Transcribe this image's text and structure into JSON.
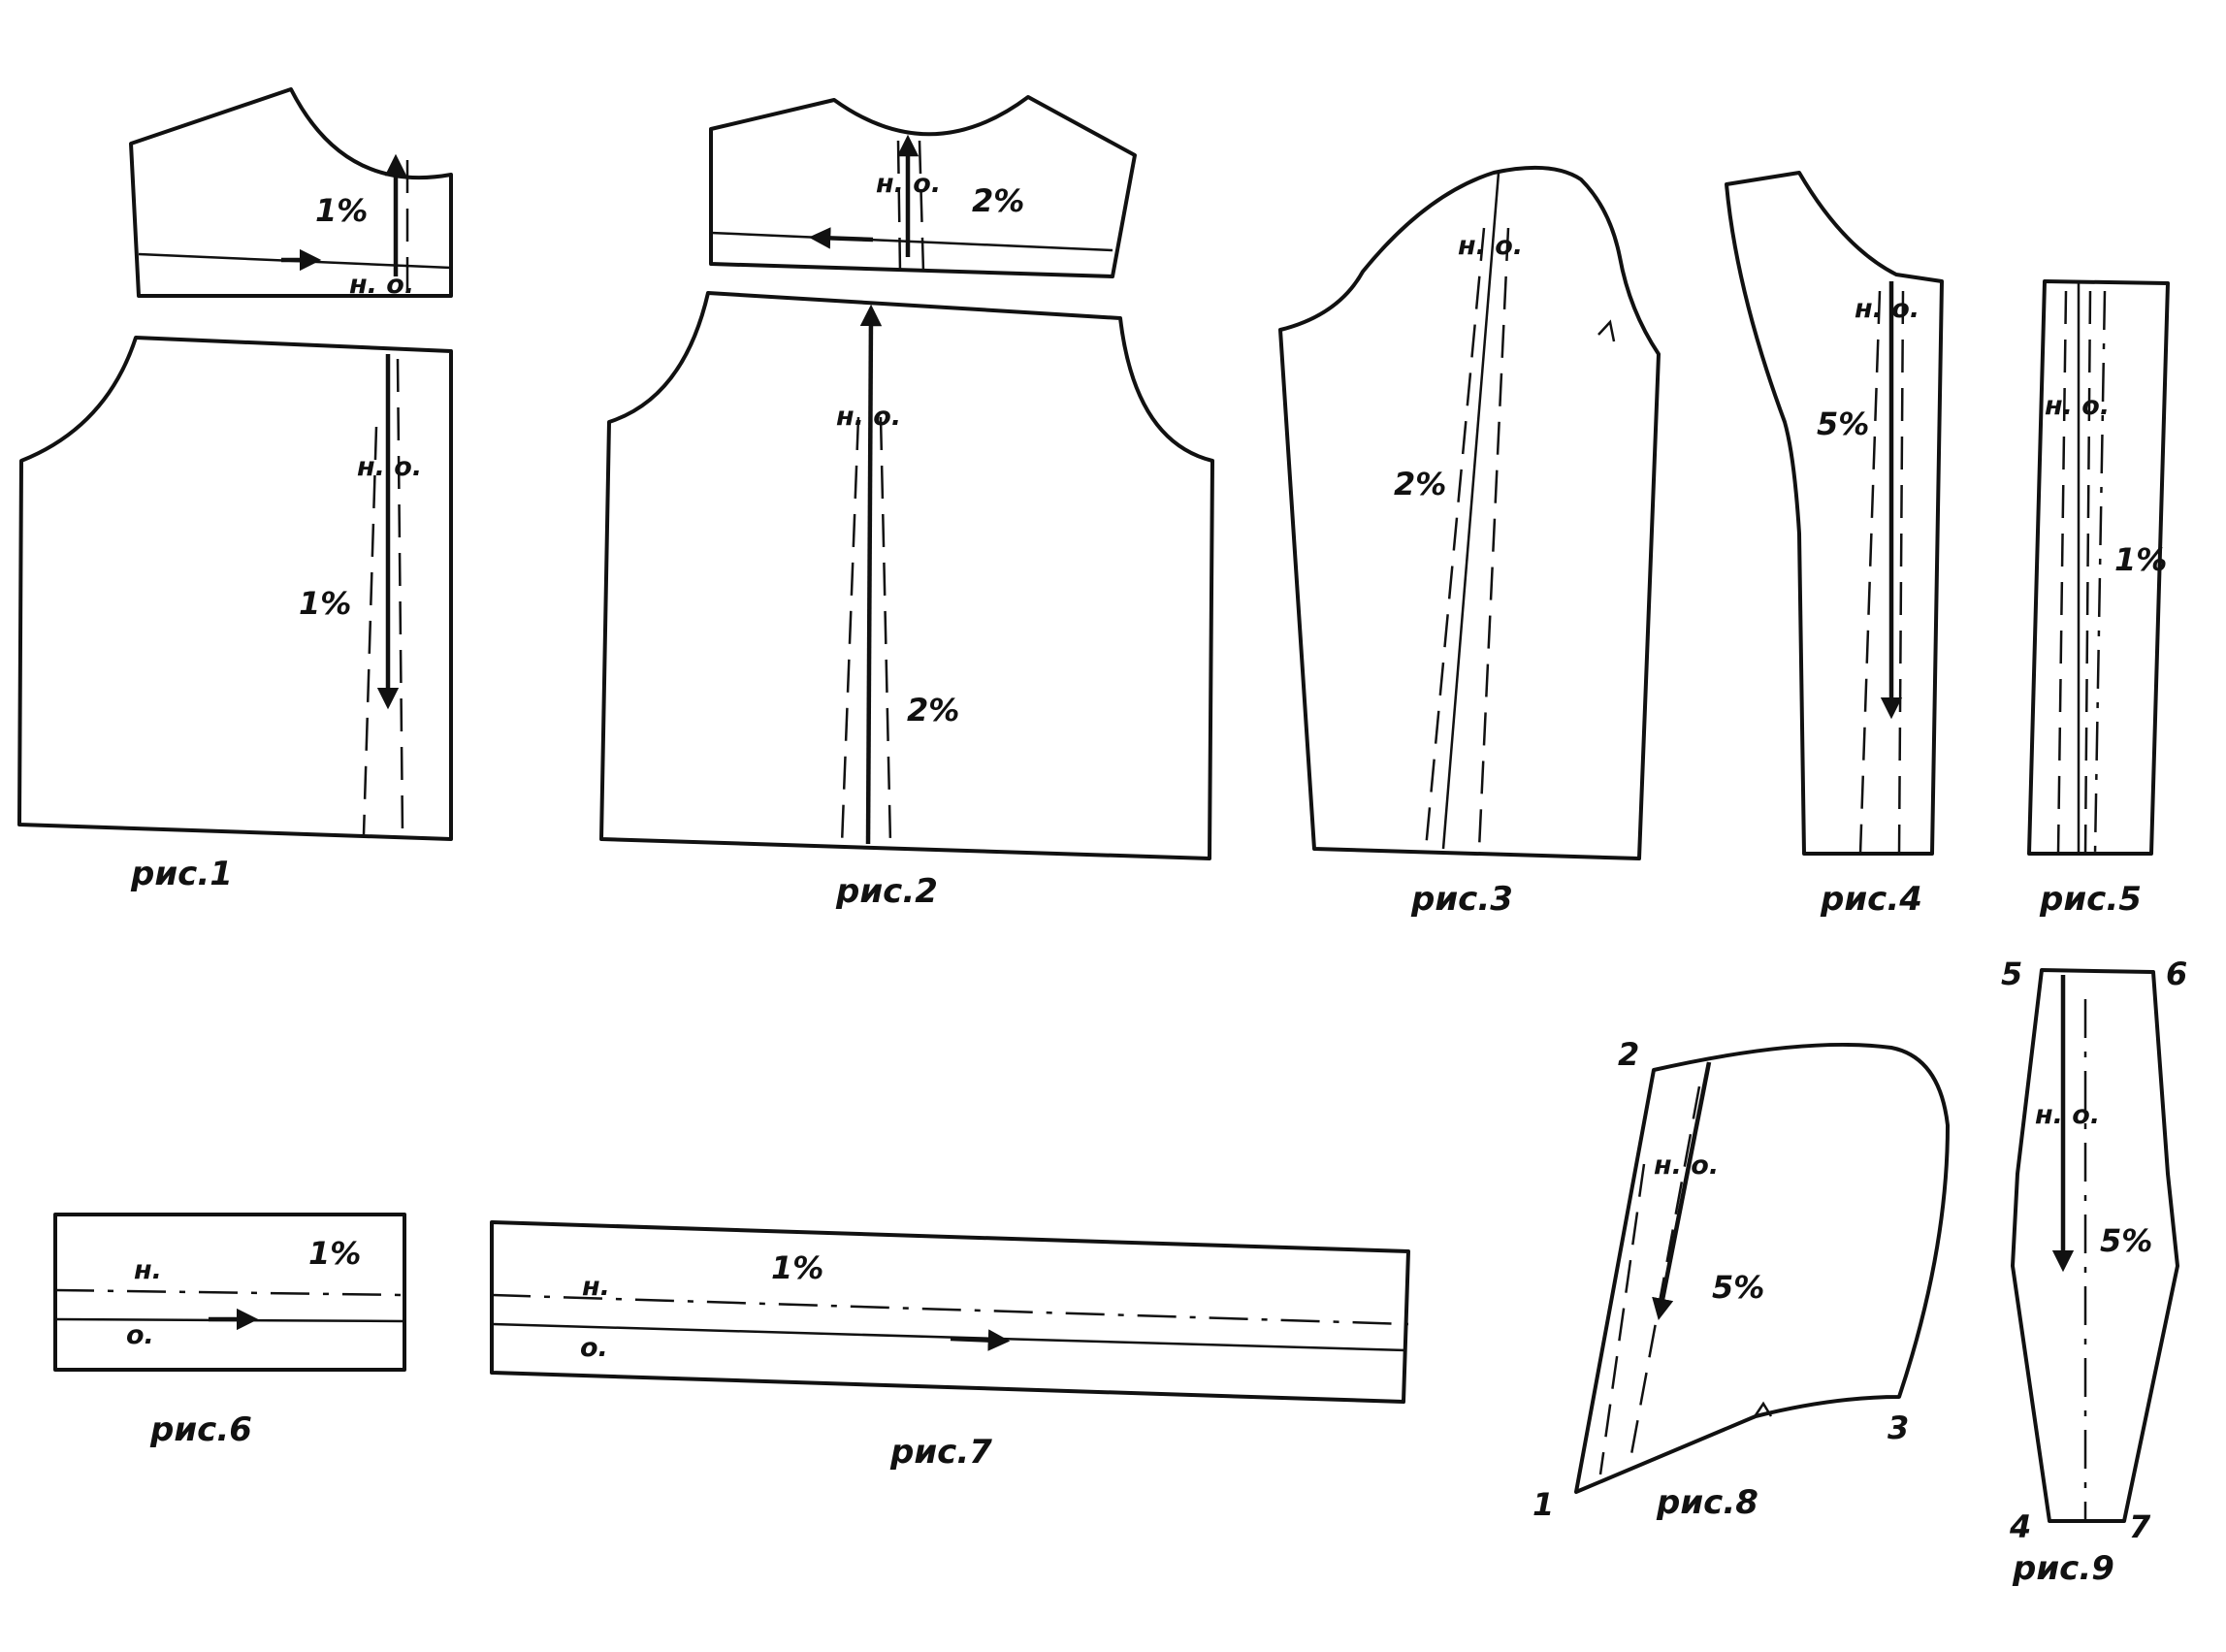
{
  "figures": [
    {
      "caption": "рис.1",
      "labels": [
        "1%",
        "н. о.",
        "н. о.",
        "1%"
      ]
    },
    {
      "caption": "рис.2",
      "labels": [
        "н. о.",
        "2%",
        "н. о.",
        "2%"
      ]
    },
    {
      "caption": "рис.3",
      "labels": [
        "н. о.",
        "2%"
      ]
    },
    {
      "caption": "рис.4",
      "labels": [
        "н. о.",
        "5%"
      ]
    },
    {
      "caption": "рис.5",
      "labels": [
        "н. о.",
        "1%"
      ]
    },
    {
      "caption": "рис.6",
      "labels": [
        "н.",
        "о.",
        "1%"
      ]
    },
    {
      "caption": "рис.7",
      "labels": [
        "н.",
        "о.",
        "1%"
      ]
    },
    {
      "caption": "рис.8",
      "labels": [
        "н. о.",
        "5%"
      ],
      "points": [
        "1",
        "2",
        "3"
      ]
    },
    {
      "caption": "рис.9",
      "labels": [
        "н. о.",
        "5%"
      ],
      "points": [
        "4",
        "5",
        "6",
        "7"
      ]
    }
  ]
}
